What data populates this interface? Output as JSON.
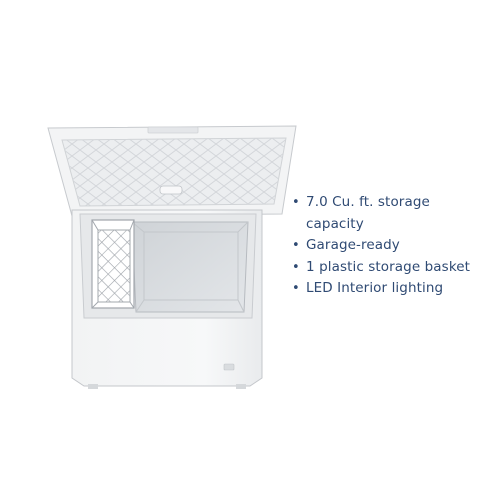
{
  "product": {
    "image": {
      "icon": "chest-freezer-open-lid",
      "colors": {
        "body": "#f4f5f6",
        "outline": "#c9ccd0",
        "interior": "#dcdfe2",
        "interior_shadow": "#b9bdc2",
        "basket": "#ffffff"
      }
    },
    "features": [
      {
        "bullet": "•",
        "text": "7.0 Cu. ft. storage capacity"
      },
      {
        "bullet": "•",
        "text": "Garage-ready"
      },
      {
        "bullet": "•",
        "text": "1 plastic storage basket"
      },
      {
        "bullet": "•",
        "text": "LED Interior lighting"
      }
    ],
    "text_color": "#2f4a73"
  }
}
